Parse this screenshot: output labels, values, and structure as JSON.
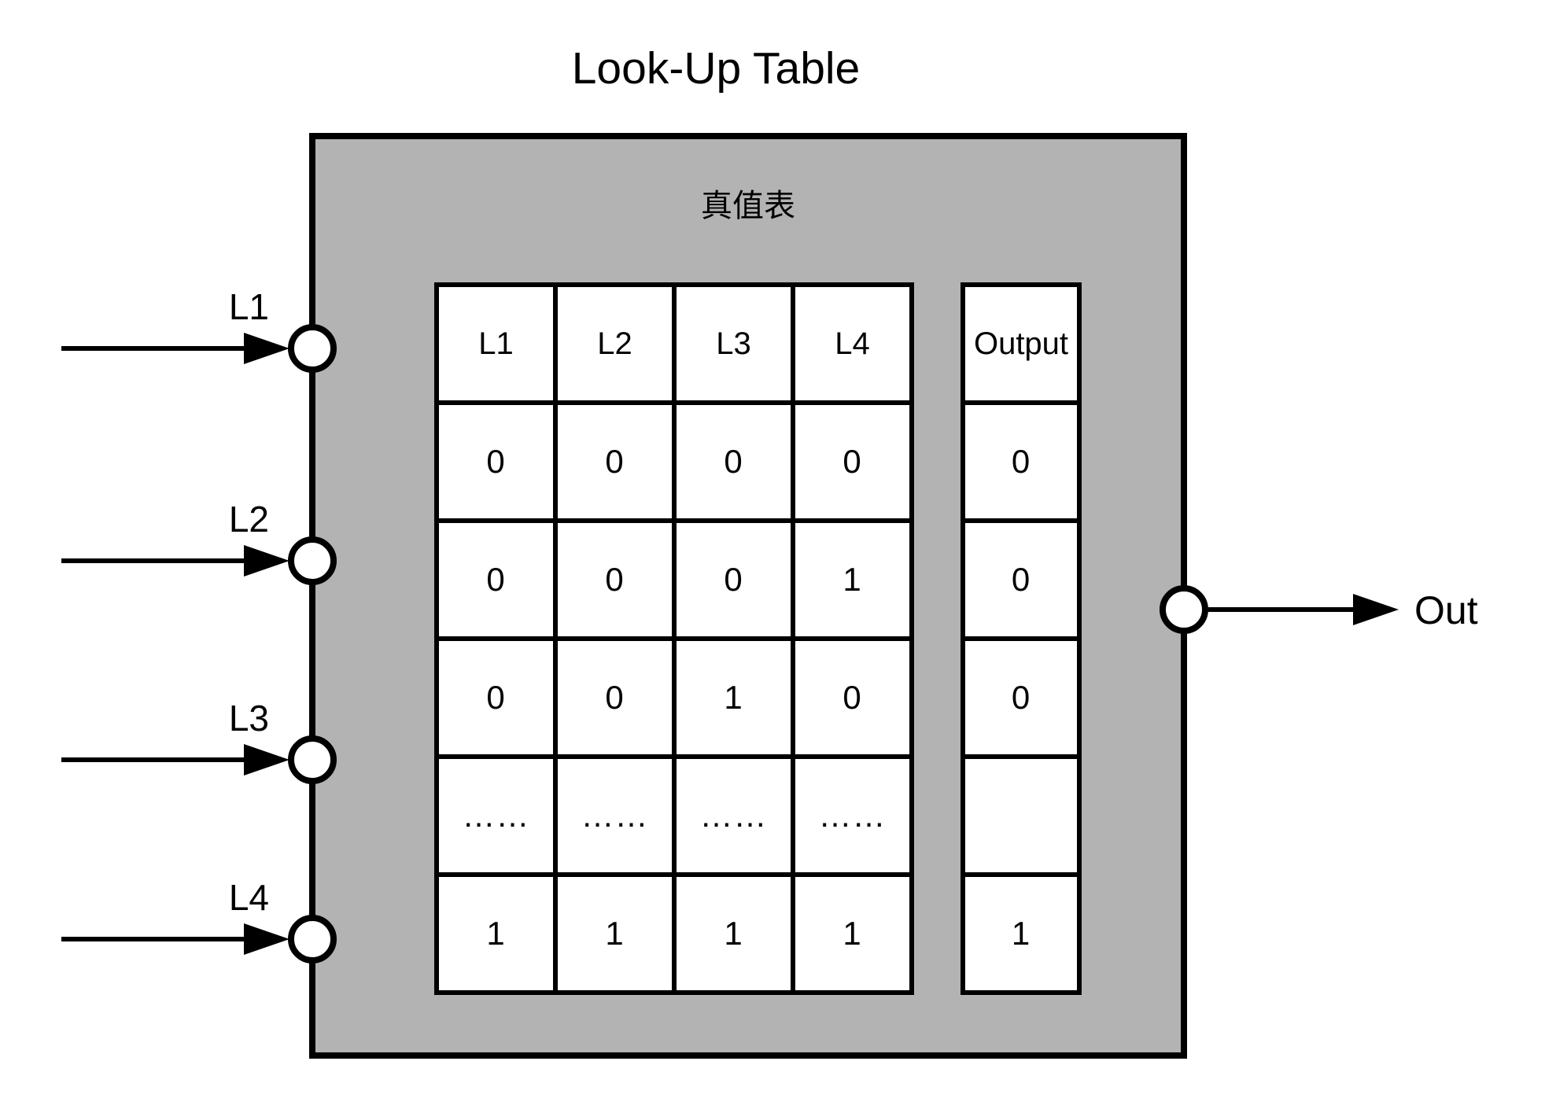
{
  "title": "Look-Up Table",
  "box_label": "真值表",
  "inputs": [
    {
      "label": "L1"
    },
    {
      "label": "L2"
    },
    {
      "label": "L3"
    },
    {
      "label": "L4"
    }
  ],
  "output_label": "Out",
  "truth_table": {
    "headers": [
      "L1",
      "L2",
      "L3",
      "L4"
    ],
    "rows": [
      [
        "0",
        "0",
        "0",
        "0"
      ],
      [
        "0",
        "0",
        "0",
        "1"
      ],
      [
        "0",
        "0",
        "1",
        "0"
      ],
      [
        "……",
        "……",
        "……",
        "……"
      ],
      [
        "1",
        "1",
        "1",
        "1"
      ]
    ]
  },
  "output_column": {
    "header": "Output",
    "values": [
      "0",
      "0",
      "0",
      "",
      "1"
    ]
  },
  "colors": {
    "box_fill": "#b3b3b3",
    "line": "#000000",
    "cell_fill": "#ffffff",
    "background": "#ffffff",
    "text": "#000000"
  }
}
